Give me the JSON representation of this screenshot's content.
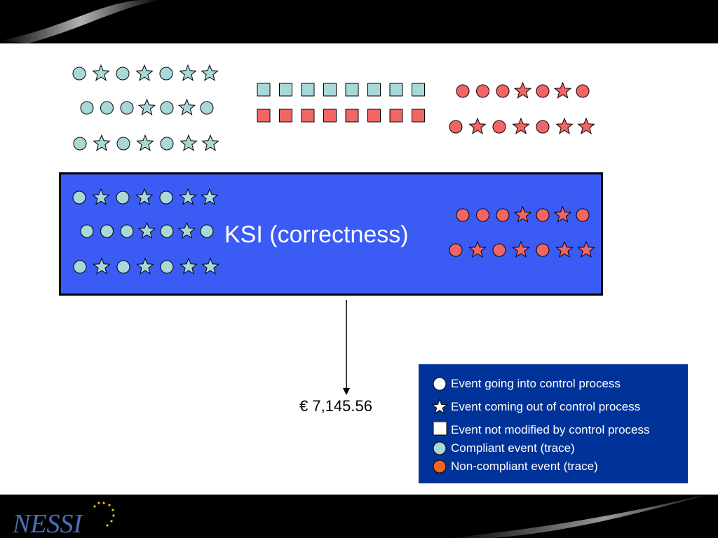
{
  "ksi_label": "KSI (correctness)",
  "cost_value": "€ 7,145.56",
  "logo_text": "NESSI",
  "colors": {
    "compliant": "#a8d8d8",
    "non_compliant": "#f26565",
    "ksi_box": "#3b5bf5",
    "legend_bg": "#003399",
    "neutral": "#ffffff",
    "non_compliant_legend": "#f2641e"
  },
  "event_groups": {
    "top_left": [
      [
        "circle",
        "star",
        "circle",
        "star",
        "circle",
        "star",
        "star"
      ],
      [
        "circle",
        "circle",
        "circle",
        "star",
        "circle",
        "star",
        "circle"
      ],
      [
        "circle",
        "star",
        "circle",
        "star",
        "circle",
        "star",
        "star"
      ]
    ],
    "top_middle": [
      [
        "square",
        "square",
        "square",
        "square",
        "square",
        "square",
        "square",
        "square"
      ],
      [
        "square",
        "square",
        "square",
        "square",
        "square",
        "square",
        "square",
        "square"
      ]
    ],
    "top_right": [
      [
        "circle",
        "circle",
        "circle",
        "star",
        "circle",
        "star",
        "circle"
      ],
      [
        "circle",
        "star",
        "circle",
        "star",
        "circle",
        "star",
        "star"
      ]
    ],
    "ksi_left": [
      [
        "circle",
        "star",
        "circle",
        "star",
        "circle",
        "star",
        "star"
      ],
      [
        "circle",
        "circle",
        "circle",
        "star",
        "circle",
        "star",
        "circle"
      ],
      [
        "circle",
        "star",
        "circle",
        "star",
        "circle",
        "star",
        "star"
      ]
    ],
    "ksi_right": [
      [
        "circle",
        "circle",
        "circle",
        "star",
        "circle",
        "star",
        "circle"
      ],
      [
        "circle",
        "star",
        "circle",
        "star",
        "circle",
        "star",
        "star"
      ]
    ]
  },
  "legend": {
    "items": [
      {
        "label": "Event going into control process",
        "icon": "circle-icon",
        "color": "#ffffff"
      },
      {
        "label": "Event coming out of control process",
        "icon": "star-icon",
        "color": "#ffffff"
      },
      {
        "label": "Event not modified by control process",
        "icon": "square-icon",
        "color": "#ffffff"
      },
      {
        "label": "Compliant event (trace)",
        "icon": "circle-icon",
        "color": "#a8d8d8"
      },
      {
        "label": "Non-compliant event (trace)",
        "icon": "circle-icon",
        "color": "#f2641e"
      }
    ]
  }
}
